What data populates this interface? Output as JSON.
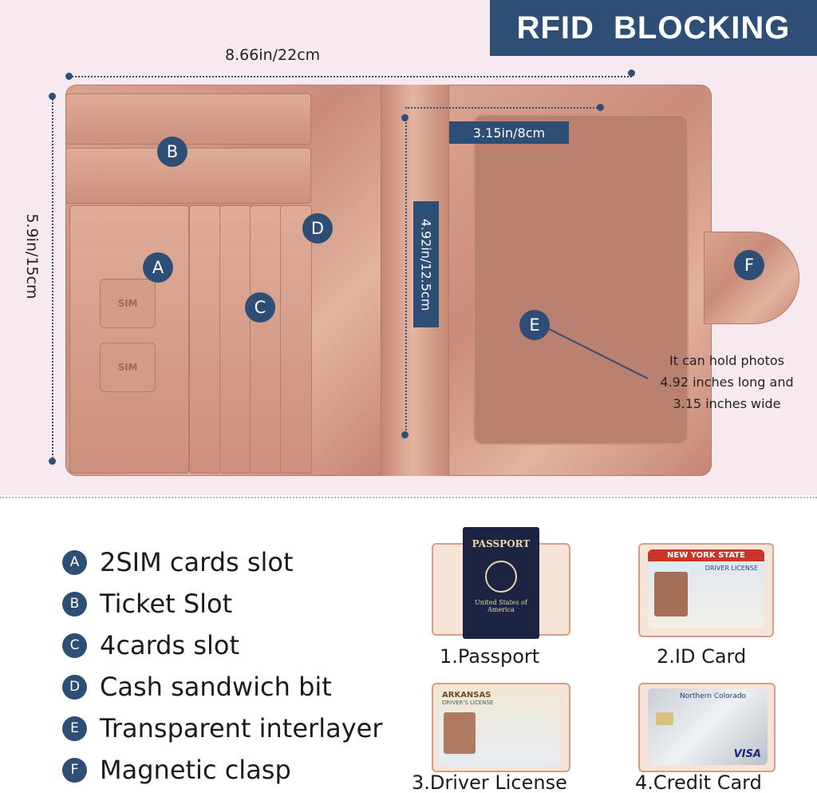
{
  "banner": {
    "title": "RFID  BLOCKING"
  },
  "dimensions": {
    "width": "8.66in/22cm",
    "height": "5.9in/15cm",
    "photo_width": "3.15in/8cm",
    "photo_height": "4.92in/12.5cm"
  },
  "markers": [
    "A",
    "B",
    "C",
    "D",
    "E",
    "F"
  ],
  "sim_label": "SIM",
  "note": {
    "line1": "It can hold photos",
    "line2": "4.92 inches long and",
    "line3": "3.15 inches wide"
  },
  "legend": [
    {
      "letter": "A",
      "text": "2SIM cards slot"
    },
    {
      "letter": "B",
      "text": "Ticket Slot"
    },
    {
      "letter": "C",
      "text": "4cards slot"
    },
    {
      "letter": "D",
      "text": "Cash sandwich bit"
    },
    {
      "letter": "E",
      "text": "Transparent interlayer"
    },
    {
      "letter": "F",
      "text": "Magnetic clasp"
    }
  ],
  "documents": [
    {
      "caption": "1.Passport",
      "label": "PASSPORT",
      "sub": "United States of America"
    },
    {
      "caption": "2.ID Card",
      "label": "NEW YORK STATE",
      "sub": "DRIVER LICENSE"
    },
    {
      "caption": "3.Driver  License",
      "label": "ARKANSAS",
      "sub": "DRIVER'S LICENSE"
    },
    {
      "caption": "4.Credit Card",
      "label": "Northern Colorado",
      "sub": "VISA"
    }
  ],
  "colors": {
    "navy": "#2e4e76",
    "rose_gold": "#d39c88",
    "background": "#f7e9ef"
  }
}
